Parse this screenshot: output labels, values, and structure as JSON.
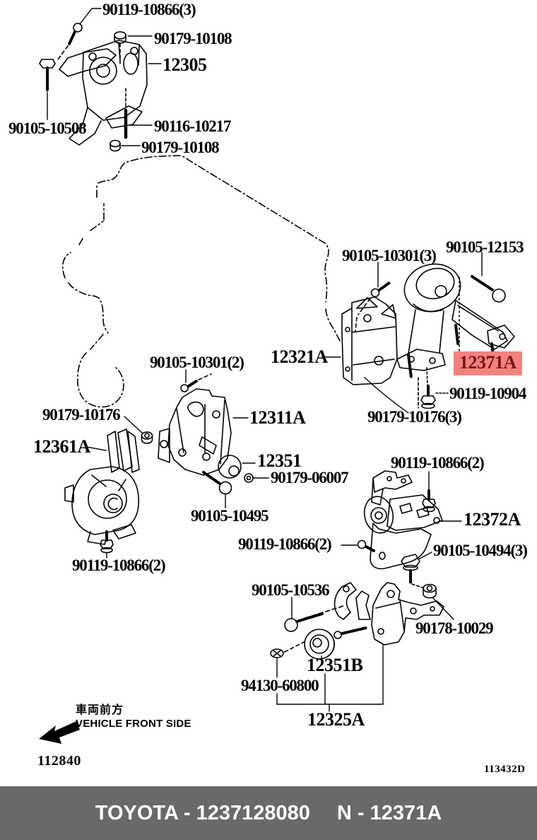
{
  "title": "Toyota engine mounting parts diagram",
  "highlight": {
    "bg_color": "#f3827f",
    "text_color": "#7a1316",
    "part": "12371A"
  },
  "labels": [
    {
      "id": "90119-10866-3",
      "text": "90119-10866(3)"
    },
    {
      "id": "90179-10108-top",
      "text": "90179-10108"
    },
    {
      "id": "12305",
      "text": "12305"
    },
    {
      "id": "90105-10508",
      "text": "90105-10508"
    },
    {
      "id": "90116-10217",
      "text": "90116-10217"
    },
    {
      "id": "90179-10108-bottom",
      "text": "90179-10108"
    },
    {
      "id": "90105-10301-3",
      "text": "90105-10301(3)"
    },
    {
      "id": "90105-12153",
      "text": "90105-12153"
    },
    {
      "id": "12321A",
      "text": "12321A"
    },
    {
      "id": "12371A",
      "text": "12371A"
    },
    {
      "id": "90119-10904",
      "text": "90119-10904"
    },
    {
      "id": "90179-10176-3",
      "text": "90179-10176(3)"
    },
    {
      "id": "90105-10301-2",
      "text": "90105-10301(2)"
    },
    {
      "id": "90179-10176",
      "text": "90179-10176"
    },
    {
      "id": "12361A",
      "text": "12361A"
    },
    {
      "id": "12311A",
      "text": "12311A"
    },
    {
      "id": "12351",
      "text": "12351"
    },
    {
      "id": "90179-06007",
      "text": "90179-06007"
    },
    {
      "id": "90105-10495",
      "text": "90105-10495"
    },
    {
      "id": "90119-10866-2-left",
      "text": "90119-10866(2)"
    },
    {
      "id": "90119-10866-2-right",
      "text": "90119-10866(2)"
    },
    {
      "id": "12372A",
      "text": "12372A"
    },
    {
      "id": "90119-10866-2-mid",
      "text": "90119-10866(2)"
    },
    {
      "id": "90105-10494-3",
      "text": "90105-10494(3)"
    },
    {
      "id": "90105-10536",
      "text": "90105-10536"
    },
    {
      "id": "90178-10029",
      "text": "90178-10029"
    },
    {
      "id": "12351B",
      "text": "12351B"
    },
    {
      "id": "94130-60800",
      "text": "94130-60800"
    },
    {
      "id": "12325A",
      "text": "12325A"
    }
  ],
  "front_side": {
    "jp": "車両前方",
    "en": "VEHICLE FRONT SIDE"
  },
  "codes": {
    "diagram_number": "112840",
    "sheet_code": "113432D"
  },
  "footer": {
    "left_text": "TOYOTA - 1237128080",
    "right_text": "N - 12371A",
    "bg": "#696969",
    "fg": "#ffffff"
  }
}
